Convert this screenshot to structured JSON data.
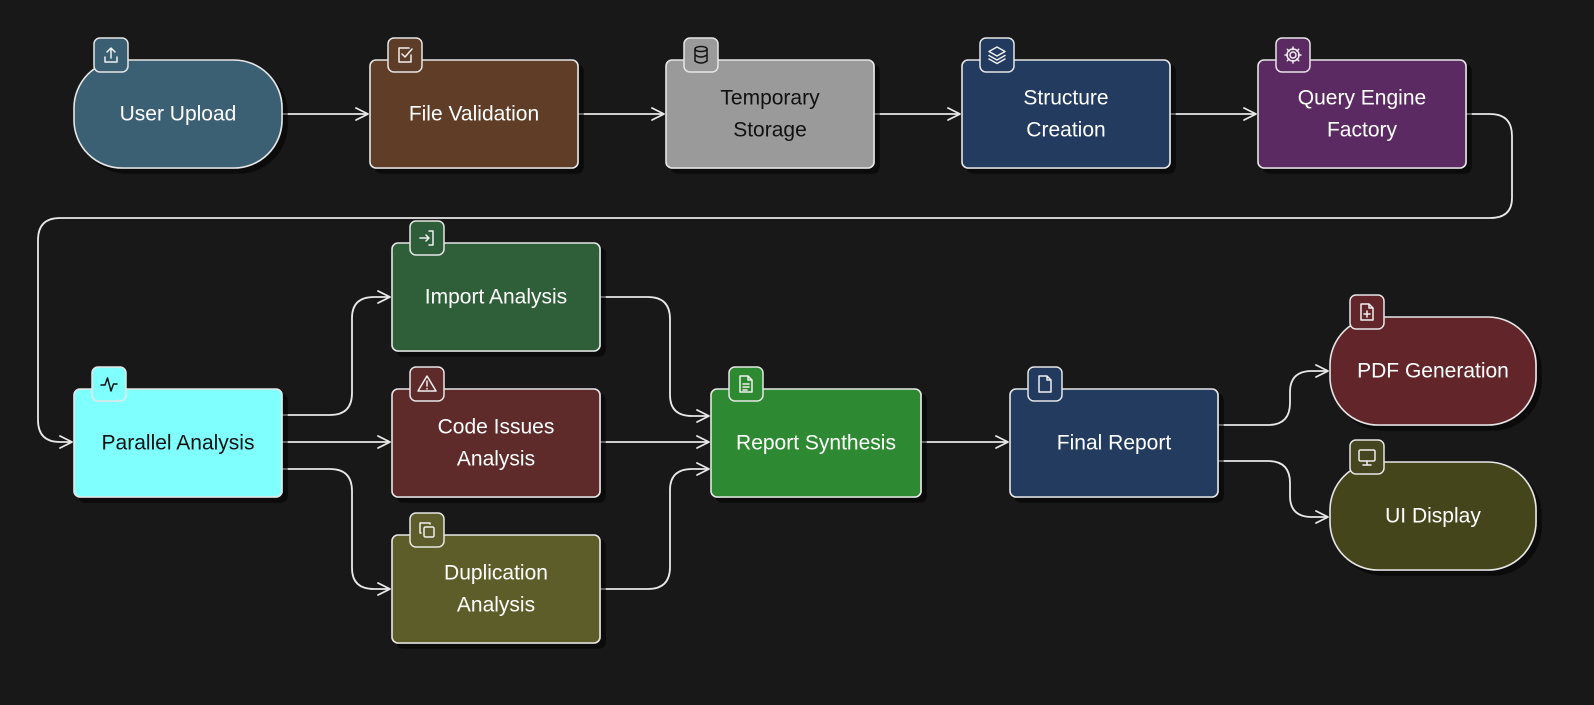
{
  "colors": {
    "background": "#181818",
    "edge": "#e8e8e8",
    "user_upload": "#3a5f73",
    "file_validation": "#5e3d28",
    "temporary_storage": "#9a9a9a",
    "structure_creation": "#213a5e",
    "query_engine_factory": "#5b2a62",
    "parallel_analysis": "#80ffff",
    "import_analysis": "#2d5e39",
    "code_issues_analysis": "#5e2a2a",
    "duplication_analysis": "#5d5d2b",
    "report_synthesis": "#2e8a30",
    "final_report": "#213a5e",
    "pdf_generation": "#62262a",
    "ui_display": "#45451f"
  },
  "nodes": [
    {
      "id": "user_upload",
      "lines": [
        "User Upload"
      ],
      "shape": "stadium",
      "icon": "upload-icon",
      "text_color": "#ffffff"
    },
    {
      "id": "file_validation",
      "lines": [
        "File Validation"
      ],
      "shape": "rect",
      "icon": "check-square-icon",
      "text_color": "#ffffff"
    },
    {
      "id": "temporary_storage",
      "lines": [
        "Temporary",
        "Storage"
      ],
      "shape": "rect",
      "icon": "database-icon",
      "text_color": "#111111"
    },
    {
      "id": "structure_creation",
      "lines": [
        "Structure",
        "Creation"
      ],
      "shape": "rect",
      "icon": "layers-icon",
      "text_color": "#ffffff"
    },
    {
      "id": "query_engine_factory",
      "lines": [
        "Query Engine",
        "Factory"
      ],
      "shape": "rect",
      "icon": "gear-icon",
      "text_color": "#ffffff"
    },
    {
      "id": "parallel_analysis",
      "lines": [
        "Parallel Analysis"
      ],
      "shape": "rect",
      "icon": "activity-icon",
      "text_color": "#111111"
    },
    {
      "id": "import_analysis",
      "lines": [
        "Import Analysis"
      ],
      "shape": "rect",
      "icon": "import-icon",
      "text_color": "#ffffff"
    },
    {
      "id": "code_issues_analysis",
      "lines": [
        "Code Issues",
        "Analysis"
      ],
      "shape": "rect",
      "icon": "warning-icon",
      "text_color": "#ffffff"
    },
    {
      "id": "duplication_analysis",
      "lines": [
        "Duplication",
        "Analysis"
      ],
      "shape": "rect",
      "icon": "copy-icon",
      "text_color": "#ffffff"
    },
    {
      "id": "report_synthesis",
      "lines": [
        "Report Synthesis"
      ],
      "shape": "rect",
      "icon": "document-icon",
      "text_color": "#ffffff"
    },
    {
      "id": "final_report",
      "lines": [
        "Final Report"
      ],
      "shape": "rect",
      "icon": "file-icon",
      "text_color": "#ffffff"
    },
    {
      "id": "pdf_generation",
      "lines": [
        "PDF Generation"
      ],
      "shape": "stadium",
      "icon": "file-plus-icon",
      "text_color": "#ffffff"
    },
    {
      "id": "ui_display",
      "lines": [
        "UI Display"
      ],
      "shape": "stadium",
      "icon": "monitor-icon",
      "text_color": "#ffffff"
    }
  ],
  "edges": [
    {
      "from": "user_upload",
      "to": "file_validation"
    },
    {
      "from": "file_validation",
      "to": "temporary_storage"
    },
    {
      "from": "temporary_storage",
      "to": "structure_creation"
    },
    {
      "from": "structure_creation",
      "to": "query_engine_factory"
    },
    {
      "from": "query_engine_factory",
      "to": "parallel_analysis"
    },
    {
      "from": "parallel_analysis",
      "to": "import_analysis"
    },
    {
      "from": "parallel_analysis",
      "to": "code_issues_analysis"
    },
    {
      "from": "parallel_analysis",
      "to": "duplication_analysis"
    },
    {
      "from": "import_analysis",
      "to": "report_synthesis"
    },
    {
      "from": "code_issues_analysis",
      "to": "report_synthesis"
    },
    {
      "from": "duplication_analysis",
      "to": "report_synthesis"
    },
    {
      "from": "report_synthesis",
      "to": "final_report"
    },
    {
      "from": "final_report",
      "to": "pdf_generation"
    },
    {
      "from": "final_report",
      "to": "ui_display"
    }
  ]
}
